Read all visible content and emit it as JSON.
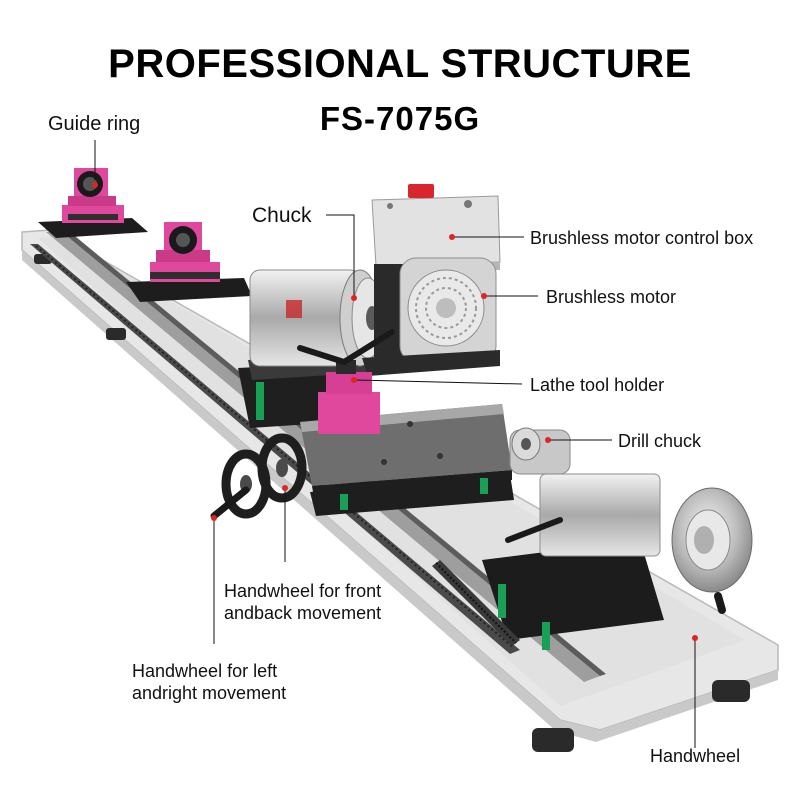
{
  "heading": {
    "title": "PROFESSIONAL STRUCTURE",
    "model": "FS-7075G"
  },
  "labels": {
    "guide_ring": "Guide ring",
    "chuck": "Chuck",
    "control_box": "Brushless motor control box",
    "motor": "Brushless motor",
    "tool_holder": "Lathe tool holder",
    "drill_chuck": "Drill chuck",
    "front_back_wheel_line1": "Handwheel for front",
    "front_back_wheel_line2": "andback movement",
    "left_right_wheel_line1": "Handwheel for left",
    "left_right_wheel_line2": "andright movement",
    "handwheel": "Handwheel"
  },
  "colors": {
    "accent_pink": "#e0489e",
    "rail_green": "#1aa056",
    "marker_red": "#e02424",
    "control_switch_red": "#d8262c"
  }
}
